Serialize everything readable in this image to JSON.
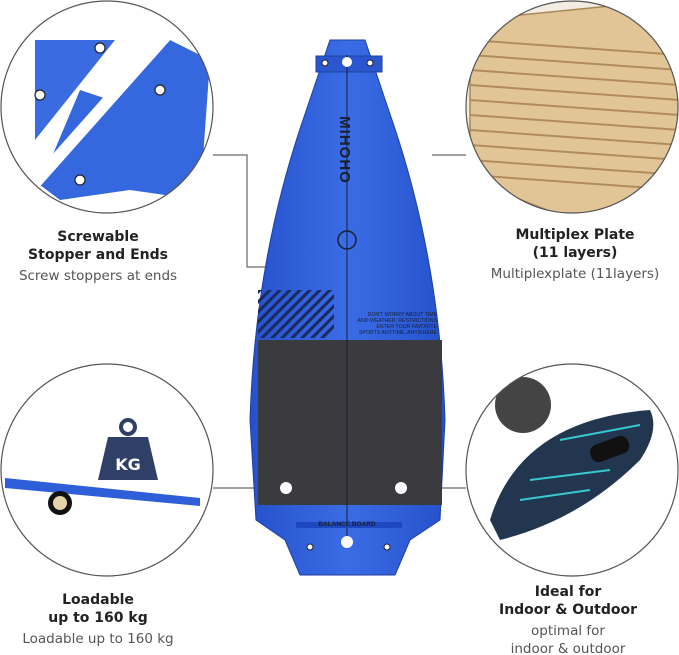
{
  "features": [
    {
      "title": "Screwable\nStopper and Ends",
      "subtitle": "Screw stoppers at ends"
    },
    {
      "title": "Multiplex Plate\n(11 layers)",
      "subtitle": "Multiplexplate (11layers)"
    },
    {
      "title": "Loadable\nup to 160 kg",
      "subtitle": "Loadable up to 160 kg"
    },
    {
      "title": "Ideal for\nIndoor & Outdoor",
      "subtitle": "optimal for\nindoor & outdoor"
    }
  ],
  "board": {
    "brand": "MIHOHO",
    "slogan": [
      "DON'T WORRY ABOUT TIME",
      "AND WEATHER, RESTRICTIONS",
      "ENTER YOUR FAVORITE",
      "SPORTS ANYTIME, ANYWHERE"
    ],
    "label": "BALANCE BOARD",
    "weight_badge": "KG"
  },
  "colors": {
    "board_blue": "#2f5fd8",
    "grip_dark": "#3a3a3f",
    "wood": "#e0c393"
  }
}
